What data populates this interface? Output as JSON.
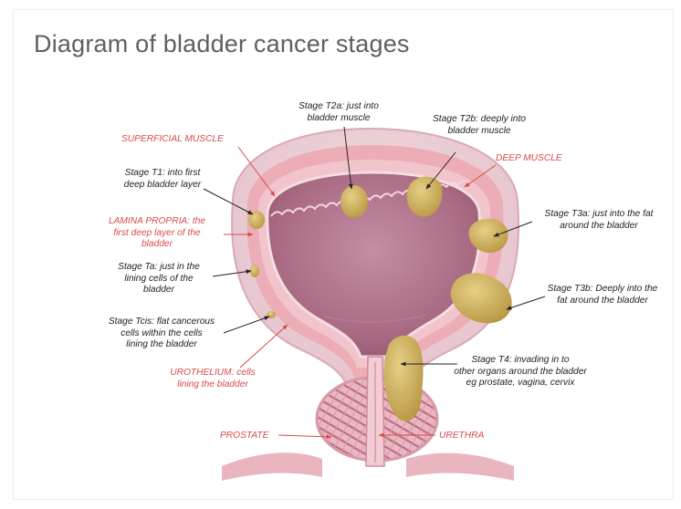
{
  "title": "Diagram of bladder cancer stages",
  "colors": {
    "title": "#5f5f5f",
    "anatomy_label": "#d9494a",
    "stage_label": "#222222",
    "tumor": "#d2b463"
  },
  "labels": {
    "superficial_muscle": "SUPERFICIAL MUSCLE",
    "deep_muscle": "DEEP MUSCLE",
    "lamina_propria": "LAMINA PROPRIA: the first deep layer of the bladder",
    "urothelium": "UROTHELIUM: cells lining the bladder",
    "prostate": "PROSTATE",
    "urethra": "URETHRA"
  },
  "stages": {
    "t2a": "Stage T2a: just into bladder muscle",
    "t2b": "Stage T2b: deeply into bladder muscle",
    "t1": "Stage T1: into first deep bladder layer",
    "t3a": "Stage T3a: just into the fat around the bladder",
    "ta": "Stage Ta: just in the lining cells of the bladder",
    "t3b": "Stage T3b: Deeply into the fat around the bladder",
    "tcis": "Stage Tcis: flat cancerous cells within the cells lining the bladder",
    "t4": "Stage T4: invading in to other organs around the bladder eg prostate, vagina, cervix"
  },
  "label_lines": {
    "lamina_propria": [
      "LAMINA PROPRIA: the",
      "first deep layer of the",
      "bladder"
    ],
    "urothelium": [
      "UROTHELIUM: cells",
      "lining the bladder"
    ],
    "t2a": [
      "Stage T2a: just into",
      "bladder muscle"
    ],
    "t2b": [
      "Stage T2b: deeply into",
      "bladder muscle"
    ],
    "t1": [
      "Stage T1: into first",
      "deep bladder layer"
    ],
    "t3a": [
      "Stage T3a: just into the fat",
      "around the bladder"
    ],
    "ta": [
      "Stage Ta: just in the",
      "lining cells of the",
      "bladder"
    ],
    "t3b": [
      "Stage T3b: Deeply into the",
      "fat around the bladder"
    ],
    "tcis": [
      "Stage Tcis: flat cancerous",
      "cells within the cells",
      "lining the bladder"
    ],
    "t4": [
      "Stage T4: invading in to",
      "other organs around the bladder",
      "eg prostate, vagina, cervix"
    ]
  }
}
